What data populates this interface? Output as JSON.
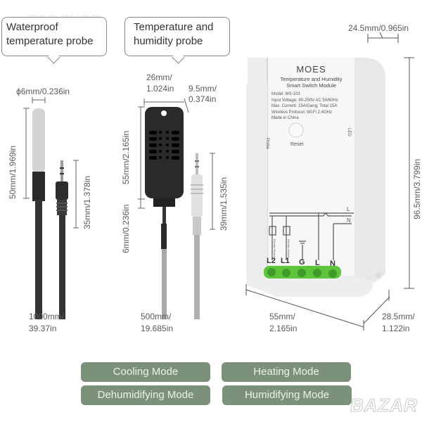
{
  "watermark_top": "TOP SHOP",
  "watermark_bottom": "BAZAR",
  "callouts": {
    "waterproof": {
      "line1": "Waterproof",
      "line2": "temperature probe"
    },
    "humidity": {
      "line1": "Temperature and",
      "line2": "humidity probe"
    }
  },
  "waterproof_probe": {
    "diameter": "ϕ6mm/0.236in",
    "length": "50mm/1.969in",
    "jack_length": "35mm/1.378in",
    "cable_length_mm": "1000mm/",
    "cable_length_in": "39.37in"
  },
  "humidity_probe": {
    "width_mm": "26mm/",
    "width_in": "1.024in",
    "depth_mm": "9.5mm/",
    "depth_in": "0.374in",
    "height": "55mm/2.165in",
    "neck": "6mm/0.236in",
    "jack_length": "39mm/1.535in",
    "cable_length_mm": "500mm/",
    "cable_length_in": "19.685in"
  },
  "module": {
    "brand": "MOES",
    "title_line1": "Temperature and Humidity",
    "title_line2": "Smart Switch Module",
    "specs": [
      "Model: MS-103",
      "Input Voltage: 90-250V AC 50/60Hz",
      "Max. Current: 15A/Gang; Total 15A",
      "Wireless Protocol: Wi-Fi 2.4GHz",
      "Made in China"
    ],
    "probe_label": "Probe",
    "led_label": "LED",
    "reset_label": "Reset",
    "bus_labels": [
      "L",
      "N"
    ],
    "terminals": [
      "L2",
      "L1",
      "G",
      "L",
      "N"
    ],
    "load_label": "Electric Device",
    "width_dim_top": "24.5mm/0.965in",
    "height_dim": "96.5mm/3.799in",
    "front_width_mm": "55mm/",
    "front_width_in": "2.165in",
    "depth_mm": "28.5mm/",
    "depth_in": "1.122in",
    "terminal_color": "#5ec43a"
  },
  "modes": [
    "Cooling Mode",
    "Heating Mode",
    "Dehumidifying Mode",
    "Humidifying Mode"
  ],
  "mode_color": "#7c917a"
}
